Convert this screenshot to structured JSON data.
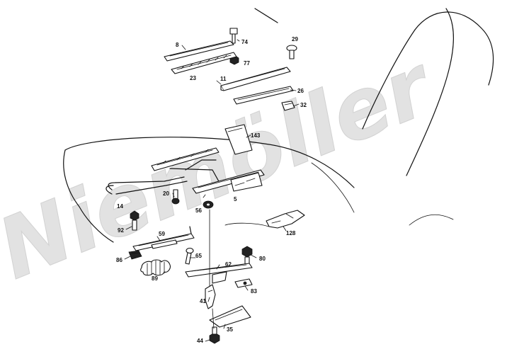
{
  "watermark": "Niemöller",
  "callouts": [
    {
      "id": "c8",
      "text": "8"
    },
    {
      "id": "c74",
      "text": "74"
    },
    {
      "id": "c77",
      "text": "77"
    },
    {
      "id": "c23",
      "text": "23"
    },
    {
      "id": "c29",
      "text": "29"
    },
    {
      "id": "c11",
      "text": "11"
    },
    {
      "id": "c26",
      "text": "26"
    },
    {
      "id": "c32",
      "text": "32"
    },
    {
      "id": "c143",
      "text": "143"
    },
    {
      "id": "c14",
      "text": "14"
    },
    {
      "id": "c20",
      "text": "20"
    },
    {
      "id": "c5",
      "text": "5"
    },
    {
      "id": "c56",
      "text": "56"
    },
    {
      "id": "c128",
      "text": "128"
    },
    {
      "id": "c92",
      "text": "92"
    },
    {
      "id": "c59",
      "text": "59"
    },
    {
      "id": "c86",
      "text": "86"
    },
    {
      "id": "c65",
      "text": "65"
    },
    {
      "id": "c89",
      "text": "89"
    },
    {
      "id": "c80",
      "text": "80"
    },
    {
      "id": "c62",
      "text": "62"
    },
    {
      "id": "c83",
      "text": "83"
    },
    {
      "id": "c41",
      "text": "41"
    },
    {
      "id": "c35",
      "text": "35"
    },
    {
      "id": "c44",
      "text": "44"
    }
  ]
}
